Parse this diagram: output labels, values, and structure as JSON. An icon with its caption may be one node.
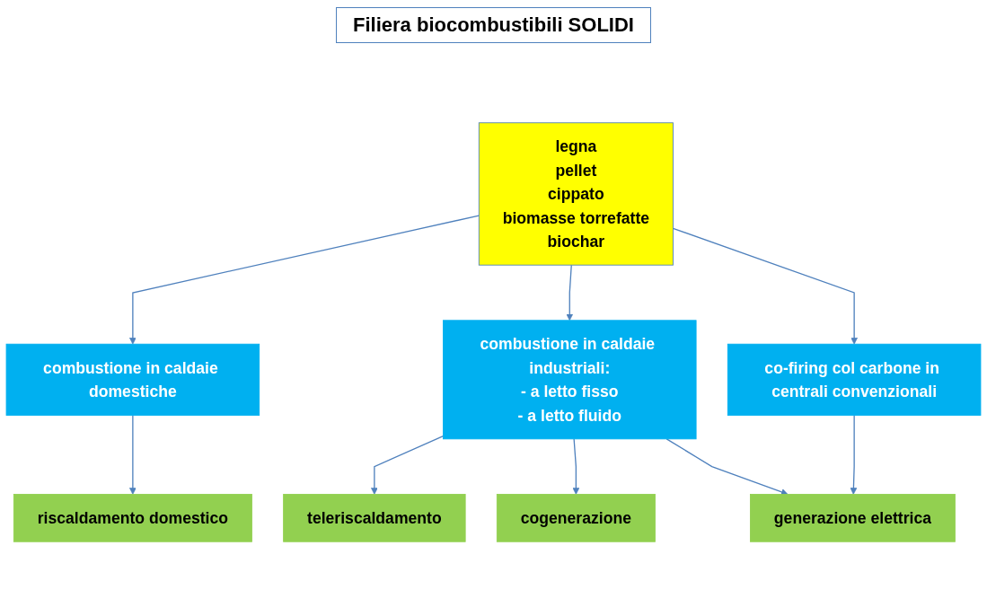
{
  "diagram": {
    "title": "Filiera biocombustibili SOLIDI",
    "nodes": [
      {
        "text": [
          "legna",
          "pellet",
          "cippato",
          "biomasse torrefatte",
          "biochar"
        ]
      },
      {
        "text": [
          "combustione in caldaie domestiche"
        ]
      },
      {
        "text": [
          "combustione in caldaie industriali:",
          "- a letto fisso",
          "- a letto fluido"
        ]
      },
      {
        "text": [
          "co-firing col carbone in centrali convenzionali"
        ]
      },
      {
        "text": [
          "riscaldamento domestico"
        ]
      },
      {
        "text": [
          "teleriscaldamento"
        ]
      },
      {
        "text": [
          "cogenerazione"
        ]
      },
      {
        "text": [
          "generazione elettrica"
        ]
      }
    ],
    "edges": [
      {
        "from": 0,
        "to": 1,
        "arrow": "to"
      },
      {
        "from": 0,
        "to": 2,
        "arrow": "to"
      },
      {
        "from": 0,
        "to": 3,
        "arrow": "to"
      },
      {
        "from": 1,
        "to": 4,
        "arrow": "to"
      },
      {
        "from": 2,
        "to": 5,
        "arrow": "to"
      },
      {
        "from": 2,
        "to": 6,
        "arrow": "to"
      },
      {
        "from": 2,
        "to": 7,
        "arrow": "to"
      },
      {
        "from": 3,
        "to": 7,
        "arrow": "to"
      }
    ]
  }
}
